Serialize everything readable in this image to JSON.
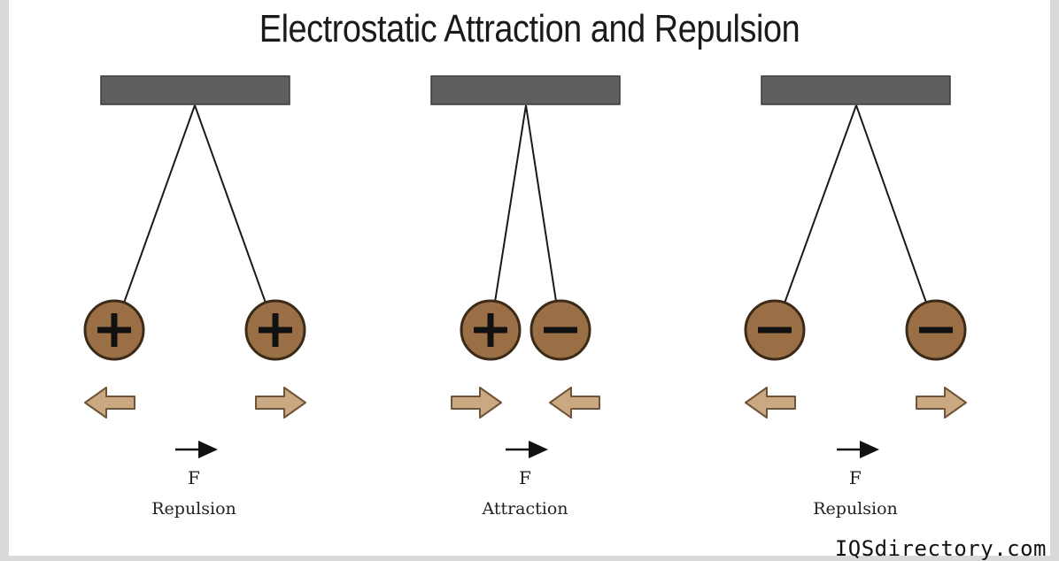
{
  "title": "Electrostatic Attraction and Repulsion",
  "watermark": "IQSdirectory.com",
  "colors": {
    "bar": "#5f5f5f",
    "ball_fill": "#9b6f45",
    "ball_stroke": "#3b2a17",
    "push_arrow_fill": "#c9a882",
    "push_arrow_stroke": "#6e5438"
  },
  "panels": [
    {
      "id": "left",
      "charges": [
        "+",
        "+"
      ],
      "push_arrows": [
        "left",
        "right"
      ],
      "force_label": "F",
      "caption": "Repulsion"
    },
    {
      "id": "center",
      "charges": [
        "+",
        "−"
      ],
      "push_arrows": [
        "right",
        "left"
      ],
      "force_label": "F",
      "caption": "Attraction"
    },
    {
      "id": "right",
      "charges": [
        "−",
        "−"
      ],
      "push_arrows": [
        "left",
        "right"
      ],
      "force_label": "F",
      "caption": "Repulsion"
    }
  ]
}
